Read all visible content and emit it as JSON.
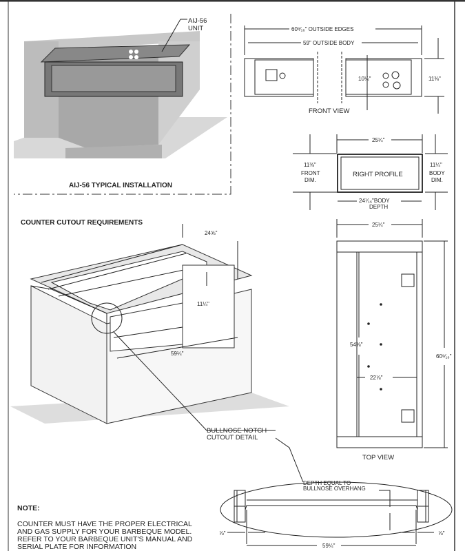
{
  "installation": {
    "title": "AIJ-56 TYPICAL INSTALLATION",
    "unit_label_1": "AIJ-56",
    "unit_label_2": "UNIT"
  },
  "front_view": {
    "title": "FRONT VIEW",
    "outside_edges": "60⁹⁄₁₆\" OUTSIDE EDGES",
    "outside_body": "59\" OUTSIDE BODY",
    "inner_height": "10¼\"",
    "height": "11⅜\""
  },
  "right_profile": {
    "title": "RIGHT PROFILE",
    "width": "25¼\"",
    "front_dim_value": "11⅜\"",
    "front_dim_1": "FRONT",
    "front_dim_2": "DIM.",
    "body_dim_value": "11¼\"",
    "body_dim_1": "BODY",
    "body_dim_2": "DIM.",
    "depth_1": "24⁷⁄₁₆\"BODY",
    "depth_2": "DEPTH"
  },
  "cutout": {
    "title": "COUNTER CUTOUT REQUIREMENTS",
    "depth": "24⅝\"",
    "height": "11¼\"",
    "width": "59¼\"",
    "detail_1": "BULLNOSE NOTCH",
    "detail_2": "CUTOUT DETAIL"
  },
  "top_view": {
    "title": "TOP VIEW",
    "width": "25¼\"",
    "length": "60⁹⁄₁₆\"",
    "inner_length": "54⅜\"",
    "inner_width": "22⅞\""
  },
  "bullnose_detail": {
    "label_1": "DEPTH EQUAL TO",
    "label_2": "BULLNOSE OVERHANG",
    "left_offset": "⅞\"",
    "right_offset": "⅞\"",
    "width": "59¼\""
  },
  "note": {
    "heading": "NOTE:",
    "lines": [
      "COUNTER MUST HAVE THE PROPER ELECTRICAL",
      "AND GAS SUPPLY FOR YOUR BARBEQUE MODEL.",
      "REFER TO YOUR BARBEQUE UNIT'S MANUAL AND",
      "SERIAL PLATE FOR INFORMATION"
    ]
  }
}
